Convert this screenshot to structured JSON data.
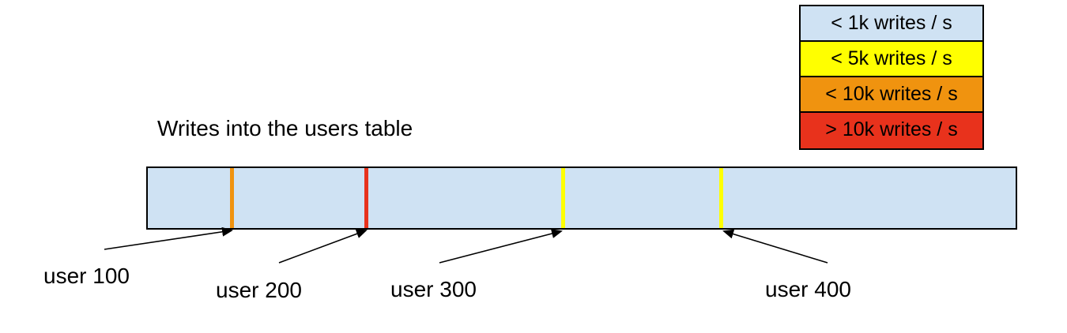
{
  "title": "Writes into the users table",
  "legend": {
    "items": [
      {
        "label": "< 1k writes / s",
        "color": "#cfe2f3"
      },
      {
        "label": "< 5k writes / s",
        "color": "#ffff00"
      },
      {
        "label": "< 10k writes / s",
        "color": "#f0930f"
      },
      {
        "label": "> 10k writes / s",
        "color": "#e8321c"
      }
    ]
  },
  "bar": {
    "fill": "#cfe2f3",
    "border_color": "#000000",
    "stripes": [
      {
        "at_label": "user 100",
        "color": "#f0930f"
      },
      {
        "at_label": "user 200",
        "color": "#e8321c"
      },
      {
        "at_label": "user 300",
        "color": "#ffff00"
      },
      {
        "at_label": "user 400",
        "color": "#ffff00"
      }
    ]
  },
  "annotations": {
    "labels": [
      {
        "text": "user 100"
      },
      {
        "text": "user 200"
      },
      {
        "text": "user 300"
      },
      {
        "text": "user 400"
      }
    ]
  }
}
